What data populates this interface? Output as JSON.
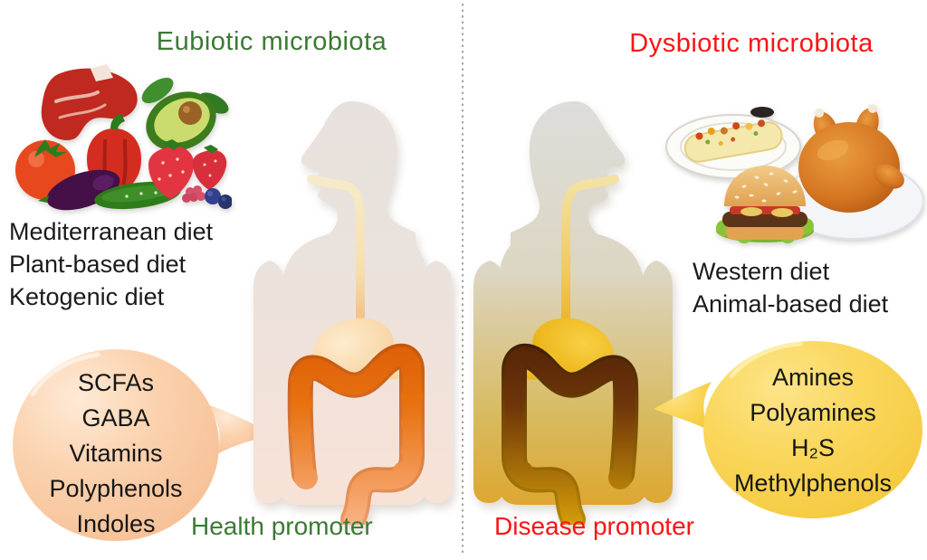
{
  "figure": {
    "separator_color": "#a6a6a6",
    "left_panel": {
      "title": "Eubiotic microbiota",
      "title_color": "#3b7a33",
      "diets": [
        "Mediterranean diet",
        "Plant-based diet",
        "Ketogenic diet"
      ],
      "foods_depicted": [
        "steak",
        "tomato",
        "red bell pepper",
        "avocado",
        "eggplant",
        "cucumber",
        "strawberries",
        "raspberry",
        "blueberries"
      ],
      "bubble": {
        "color": "#facda6",
        "items": [
          "SCFAs",
          "GABA",
          "Vitamins",
          "Polyphenols",
          "Indoles"
        ]
      },
      "body_colors": {
        "gut": "#e8720f",
        "tint": "#f9e2d6"
      },
      "footer_label": "Health promoter",
      "footer_color": "#3b7a33"
    },
    "right_panel": {
      "title": "Dysbiotic microbiota",
      "title_color": "#fa1414",
      "diets": [
        "Western diet",
        "Animal-based diet"
      ],
      "foods_depicted": [
        "loaded omelette on plate",
        "hamburger",
        "roasted chicken on plate"
      ],
      "bubble": {
        "color": "#fad44f",
        "items": [
          "Amines",
          "Polyamines",
          "H₂S",
          "Methylphenols"
        ]
      },
      "body_colors": {
        "gut": "#6e3509",
        "tint": "#dfa227"
      },
      "footer_label": "Disease promoter",
      "footer_color": "#fa1414"
    }
  }
}
